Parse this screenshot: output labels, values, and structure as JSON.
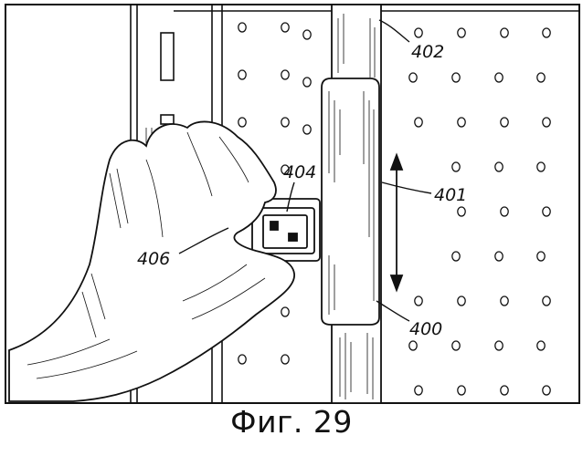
{
  "caption": "Фиг. 29",
  "reference_numerals": {
    "r400": "400",
    "r401": "401",
    "r402": "402",
    "r404": "404",
    "r406": "406"
  },
  "colors": {
    "ink": "#111111",
    "paper": "#ffffff"
  }
}
